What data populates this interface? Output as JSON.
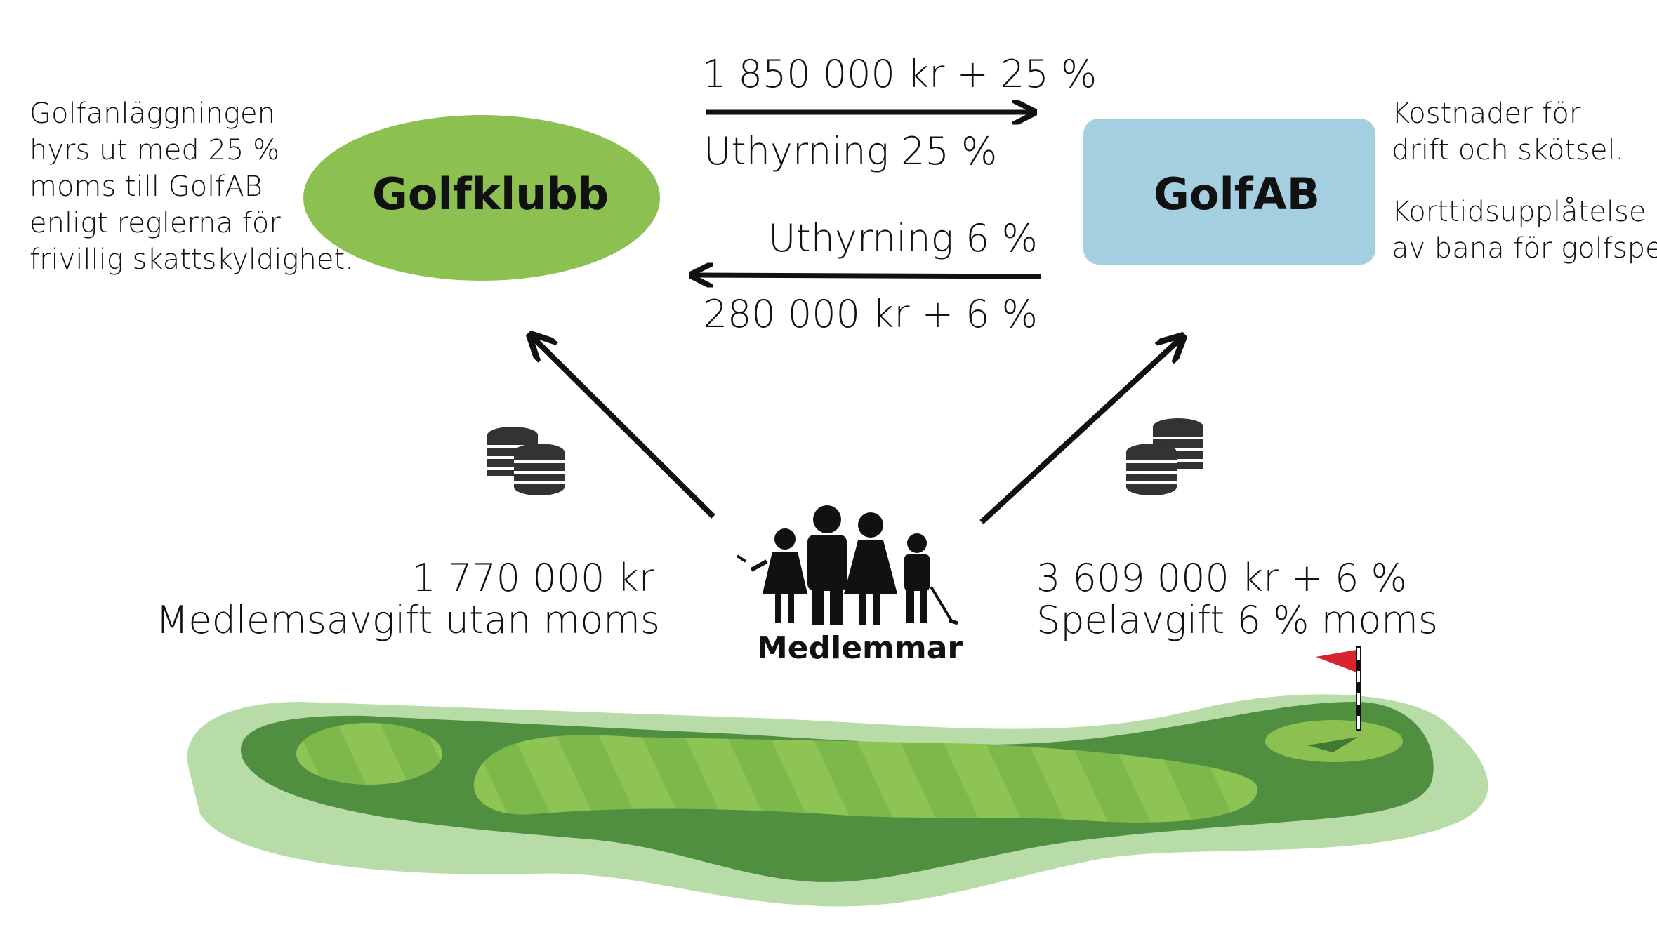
{
  "nodes": {
    "golfklubb": {
      "label": "Golfklubb",
      "color": "#8cc152"
    },
    "golfab": {
      "label": "GolfAB",
      "color": "#a3cfe0"
    },
    "members": {
      "label": "Medlemmar"
    }
  },
  "left_note": [
    "Golfanläggningen",
    "hyrs ut med 25 %",
    "moms till GolfAB",
    "enligt reglerna för",
    "frivillig skattskyldighet."
  ],
  "right_note": {
    "costs": [
      "Kostnader för",
      "drift och skötsel."
    ],
    "short_term": [
      "Korttidsupplåtelse",
      "av bana för golfspel."
    ]
  },
  "flows": {
    "top_amount": "1 850 000 kr + 25 %",
    "top_label": "Uthyrning 25 %",
    "back_label": "Uthyrning 6 %",
    "back_amount": "280 000 kr + 6 %",
    "left_amount": "1 770 000 kr",
    "left_label": "Medlemsavgift utan moms",
    "right_amount": "3 609 000 kr + 6 %",
    "right_label": "Spelavgift 6 % moms"
  },
  "icons": [
    "coins-icon",
    "coins-icon",
    "family-icon",
    "golf-course-illustration",
    "flag-icon"
  ],
  "colors": {
    "course_shadow": "#b7dca8",
    "course_rough": "#4f8f3f",
    "course_fairway": "#8cc152",
    "flag": "#d9232e"
  }
}
